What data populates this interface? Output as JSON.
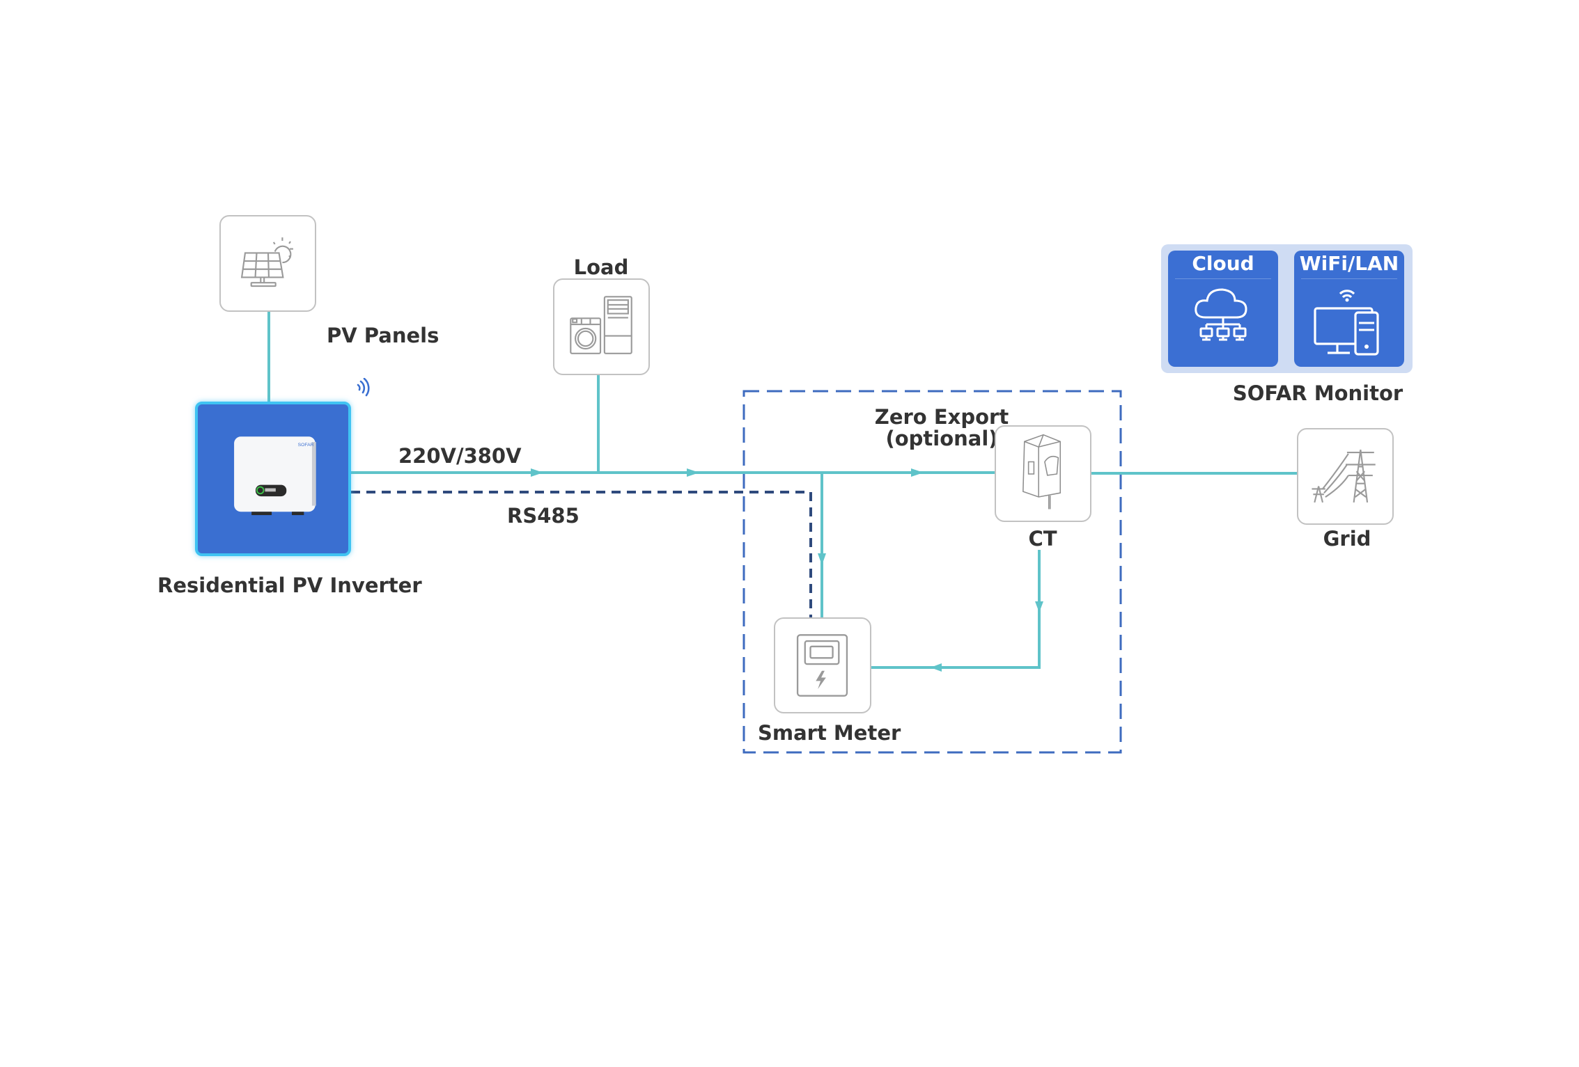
{
  "diagram": {
    "nodes": {
      "pv_panels": {
        "label": "PV Panels",
        "icon": "solar-panel-icon"
      },
      "inverter": {
        "label": "Residential PV Inverter",
        "icon": "inverter-icon",
        "brand": "SOFAR",
        "wireless_icon": "wifi-signal-icon"
      },
      "load": {
        "label": "Load",
        "icon": "appliances-icon"
      },
      "ct": {
        "label": "CT",
        "icon": "current-transformer-icon"
      },
      "smart_meter": {
        "label": "Smart Meter",
        "icon": "meter-icon"
      },
      "grid": {
        "label": "Grid",
        "icon": "transmission-tower-icon"
      }
    },
    "monitor": {
      "label": "SOFAR Monitor",
      "cards": [
        {
          "title": "Cloud",
          "icon": "cloud-network-icon"
        },
        {
          "title": "WiFi/LAN",
          "icon": "computer-phone-icon"
        }
      ]
    },
    "zone": {
      "label_line1": "Zero Export",
      "label_line2": "(optional)"
    },
    "links": {
      "ac_label": "220V/380V",
      "comm_label": "RS485"
    },
    "colors": {
      "ac_line": "#5fc3c9",
      "rs485_line": "#2f4a7d",
      "zone_border": "#3e6bbf",
      "inverter_fill": "#3a6fd1",
      "inverter_glow": "#3fc3f2",
      "monitor_card": "#3b6fd3",
      "monitor_panel": "#cfdcf3",
      "node_border": "#c2c2c2",
      "icon_gray": "#9a9a9a",
      "text": "#333333"
    }
  }
}
